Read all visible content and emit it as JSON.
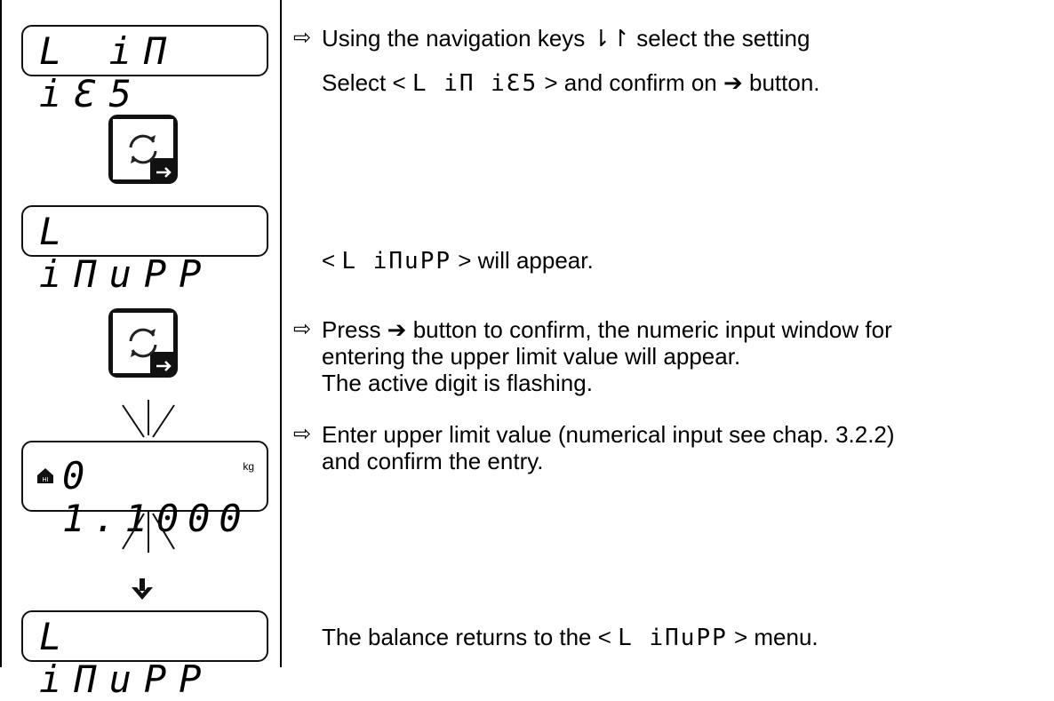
{
  "displays": {
    "limits": "L iΠ iƐ5",
    "limupp_1": "L iΠuPP",
    "value": "0 1.1000",
    "value_unit": "kg",
    "limupp_2": "L iΠuPP"
  },
  "steps": {
    "bullet": "⇨",
    "s1_line1": "Using the navigation keys ⇂↾ select the setting",
    "s1_line2_pre": "Select <",
    "s1_line2_code": "L iΠ iƐ5",
    "s1_line2_post": "> and confirm on ➔ button.",
    "s2_pre": "<",
    "s2_code": "L iΠuPP",
    "s2_post": "> will appear.",
    "s3_line1": "Press ➔ button to confirm, the numeric input window for",
    "s3_line2": "entering the upper limit value will appear.",
    "s3_line3": "The active digit is flashing.",
    "s4_line1": "Enter upper limit value (numerical input see chap. 3.2.2)",
    "s4_line2": "and confirm the entry.",
    "s5_pre": "The balance returns to the <",
    "s5_code": "L iΠuPP",
    "s5_post": "> menu."
  }
}
